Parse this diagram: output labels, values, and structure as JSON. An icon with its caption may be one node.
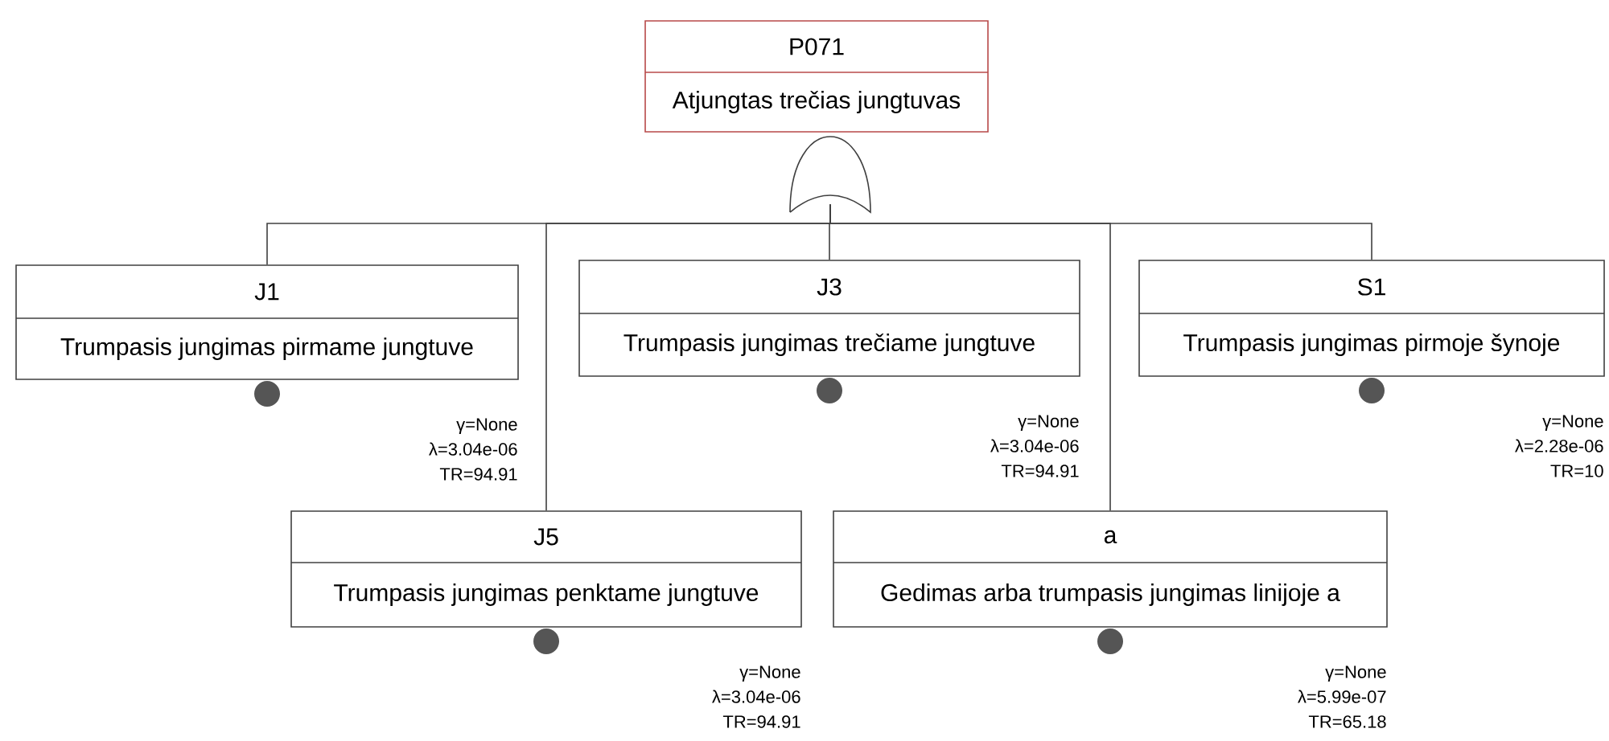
{
  "diagram": {
    "nodes": [
      {
        "text": [
          "P071",
          "Atjungtas trečias jungtuvas"
        ]
      },
      {
        "text": [],
        "shape": "gate"
      },
      {
        "text": [
          "J1",
          "Trumpasis jungimas pirmame jungtuve"
        ],
        "beside": [
          "γ=None",
          "λ=3.04e-06",
          "TR=94.91"
        ]
      },
      {
        "text": [
          "J3",
          "Trumpasis jungimas trečiame jungtuve"
        ],
        "beside": [
          "γ=None",
          "λ=3.04e-06",
          "TR=94.91"
        ]
      },
      {
        "text": [
          "S1",
          "Trumpasis jungimas pirmoje šynoje"
        ],
        "beside": [
          "γ=None",
          "λ=2.28e-06",
          "TR=10"
        ]
      },
      {
        "text": [
          "J5",
          "Trumpasis jungimas penktame jungtuve"
        ],
        "beside": [
          "γ=None",
          "λ=3.04e-06",
          "TR=94.91"
        ]
      },
      {
        "text": [
          "a",
          "Gedimas arba trumpasis jungimas linijoje a"
        ],
        "beside": [
          "γ=None",
          "λ=5.99e-07",
          "TR=65.18"
        ]
      }
    ],
    "edges": [
      {
        "from": 1,
        "to": 2,
        "arrow": "none"
      },
      {
        "from": 1,
        "to": 5,
        "arrow": "none"
      },
      {
        "from": 1,
        "to": 3,
        "arrow": "none"
      },
      {
        "from": 1,
        "to": 6,
        "arrow": "none"
      },
      {
        "from": 1,
        "to": 4,
        "arrow": "none"
      }
    ]
  }
}
